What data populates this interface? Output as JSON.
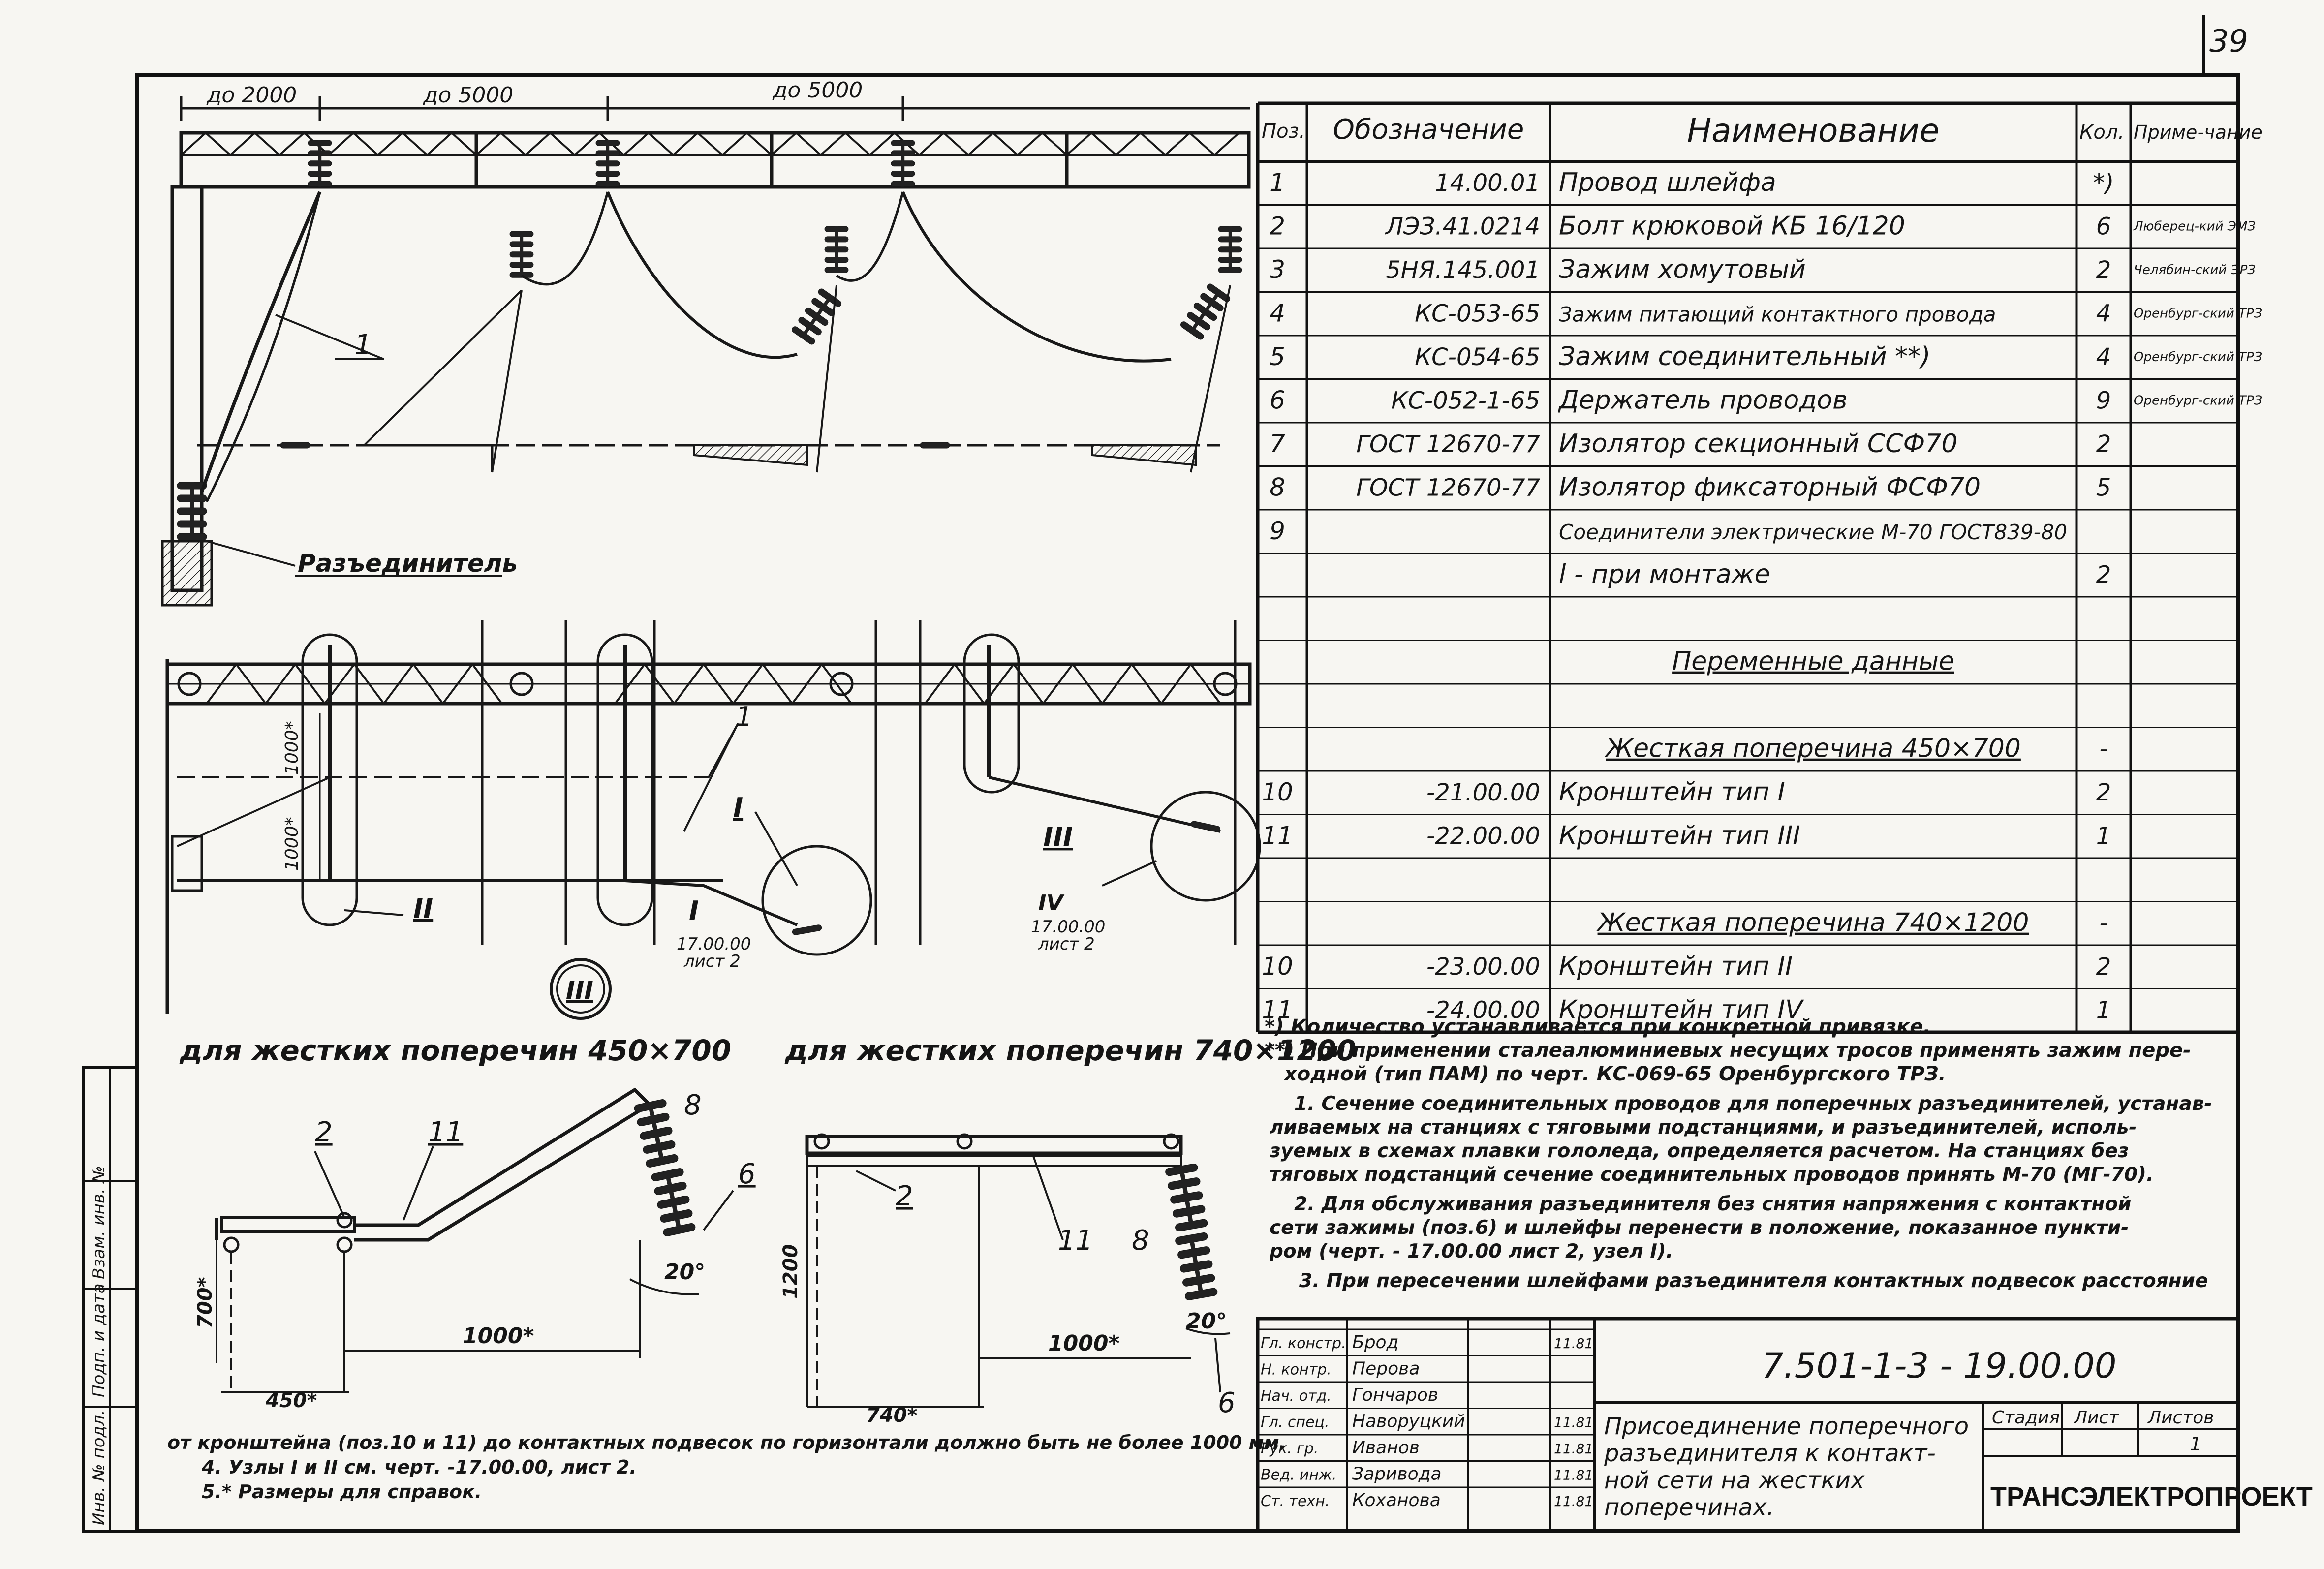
{
  "page_number": "39",
  "drawing": {
    "dims_top": [
      "до 2000",
      "до 5000",
      "до 5000"
    ],
    "callouts": {
      "one_a": "1",
      "one_b": "1",
      "razed": "Разъединитель",
      "node_I": "I",
      "node_II": "II",
      "node_III": "III",
      "node_IV": "IV",
      "ref1": "17.00.00",
      "ref1_sheet": "лист 2",
      "ref2": "17.00.00",
      "ref2_sheet": "лист 2",
      "dim_1000a": "1000*",
      "dim_1000b": "1000*"
    },
    "section_label": "III",
    "detail_left": {
      "title": "для жестких поперечин 450×700",
      "pos2": "2",
      "pos11": "11",
      "pos8": "8",
      "pos6": "6",
      "angle": "20°",
      "dim_700": "700*",
      "dim_1000": "1000*",
      "dim_450": "450*"
    },
    "detail_right": {
      "title": "для жестких поперечин 740×1200",
      "pos2": "2",
      "pos11": "11",
      "pos8": "8",
      "pos6": "6",
      "angle": "20°",
      "dim_1200": "1200",
      "dim_1000": "1000*",
      "dim_740": "740*"
    },
    "bottom_notes": [
      "от кронштейна (поз.10 и 11) до контактных подвесок по горизонтали должно быть не более 1000 мм.",
      "4. Узлы I и II см. черт. -17.00.00, лист 2.",
      "5.* Размеры для справок."
    ]
  },
  "spec_table": {
    "headers": {
      "pos": "Поз.",
      "designation": "Обозначение",
      "name": "Наименование",
      "qty": "Кол.",
      "note": "Приме-чание"
    },
    "rows": [
      {
        "pos": "1",
        "des": "14.00.01",
        "name": "Провод шлейфа",
        "qty": "*)",
        "note": ""
      },
      {
        "pos": "2",
        "des": "ЛЭЗ.41.0214",
        "name": "Болт крюковой КБ 16/120",
        "qty": "6",
        "note": "Люберец-кий ЭМЗ"
      },
      {
        "pos": "3",
        "des": "5НЯ.145.001",
        "name": "Зажим хомутовый",
        "qty": "2",
        "note": "Челябин-ский ЭРЗ"
      },
      {
        "pos": "4",
        "des": "КС-053-65",
        "name": "Зажим питающий контактного провода",
        "qty": "4",
        "note": "Оренбург-ский ТРЗ"
      },
      {
        "pos": "5",
        "des": "КС-054-65",
        "name": "Зажим соединительный **)",
        "qty": "4",
        "note": "Оренбург-ский ТРЗ"
      },
      {
        "pos": "6",
        "des": "КС-052-1-65",
        "name": "Держатель проводов",
        "qty": "9",
        "note": "Оренбург-ский ТРЗ"
      },
      {
        "pos": "7",
        "des": "ГОСТ 12670-77",
        "name": "Изолятор секционный ССФ70",
        "qty": "2",
        "note": ""
      },
      {
        "pos": "8",
        "des": "ГОСТ 12670-77",
        "name": "Изолятор фиксаторный ФСФ70",
        "qty": "5",
        "note": ""
      },
      {
        "pos": "9",
        "des": "",
        "name": "Соединители электрические М-70 ГОСТ839-80",
        "qty": "",
        "note": ""
      },
      {
        "pos": "",
        "des": "",
        "name": "l - при монтаже",
        "qty": "2",
        "note": ""
      },
      {
        "pos": "",
        "des": "",
        "name": "",
        "qty": "",
        "note": ""
      },
      {
        "pos": "",
        "des": "",
        "name": "Переменные данные",
        "qty": "",
        "note": ""
      },
      {
        "pos": "",
        "des": "",
        "name": "",
        "qty": "",
        "note": ""
      },
      {
        "pos": "",
        "des": "",
        "name": "Жесткая поперечина 450×700",
        "qty": "-",
        "note": ""
      },
      {
        "pos": "10",
        "des": "-21.00.00",
        "name": "Кронштейн тип I",
        "qty": "2",
        "note": ""
      },
      {
        "pos": "11",
        "des": "-22.00.00",
        "name": "Кронштейн тип III",
        "qty": "1",
        "note": ""
      },
      {
        "pos": "",
        "des": "",
        "name": "",
        "qty": "",
        "note": ""
      },
      {
        "pos": "",
        "des": "",
        "name": "Жесткая поперечина 740×1200",
        "qty": "-",
        "note": ""
      },
      {
        "pos": "10",
        "des": "-23.00.00",
        "name": "Кронштейн тип II",
        "qty": "2",
        "note": ""
      },
      {
        "pos": "11",
        "des": "-24.00.00",
        "name": "Кронштейн тип IV",
        "qty": "1",
        "note": ""
      }
    ]
  },
  "notes_right": [
    "*) Количество устанавливается при конкретной привязке.",
    "**) При применении сталеалюминиевых несущих тросов применять зажим пере-",
    "ходной (тип ПАМ) по черт. КС-069-65 Оренбургского ТРЗ.",
    "1. Сечение соединительных проводов для поперечных разъединителей, устанав-",
    "ливаемых на станциях с тяговыми подстанциями, и разъединителей, исполь-",
    "зуемых в схемах плавки гололеда, определяется расчетом. На станциях без",
    "тяговых подстанций сечение соединительных проводов принять М-70 (МГ-70).",
    "2. Для обслуживания разъединителя без снятия напряжения с контактной",
    "сети зажимы (поз.6) и шлейфы перенести в положение, показанное пункти-",
    "ром (черт. - 17.00.00 лист 2, узел I).",
    "3. При пересечении шлейфами разъединителя контактных подвесок расстояние"
  ],
  "title_block": {
    "doc_number": "7.501-1-3  - 19.00.00",
    "title": [
      "Присоединение поперечного",
      "разъединителя к контакт-",
      "ной сети на жестких",
      "поперечинах."
    ],
    "stage_label": "Стадия",
    "sheet_label": "Лист",
    "sheets_label": "Листов",
    "sheets_value": "1",
    "org": "ТРАНСЭЛЕКТРОПРОЕКТ",
    "roles": [
      {
        "role": "Гл. констр.",
        "name": "Брод",
        "date": "11.81"
      },
      {
        "role": "Н. контр.",
        "name": "Перова",
        "date": ""
      },
      {
        "role": "Нач. отд.",
        "name": "Гончаров",
        "date": ""
      },
      {
        "role": "Гл. спец.",
        "name": "Наворуцкий",
        "date": "11.81"
      },
      {
        "role": "Рук. гр.",
        "name": "Иванов",
        "date": "11.81"
      },
      {
        "role": "Вед. инж.",
        "name": "Заривода",
        "date": "11.81"
      },
      {
        "role": "Ст. техн.",
        "name": "Коханова",
        "date": "11.81"
      }
    ]
  },
  "side_stamp": [
    "Инв. № подл.",
    "Подп. и дата",
    "Взам. инв. №"
  ]
}
